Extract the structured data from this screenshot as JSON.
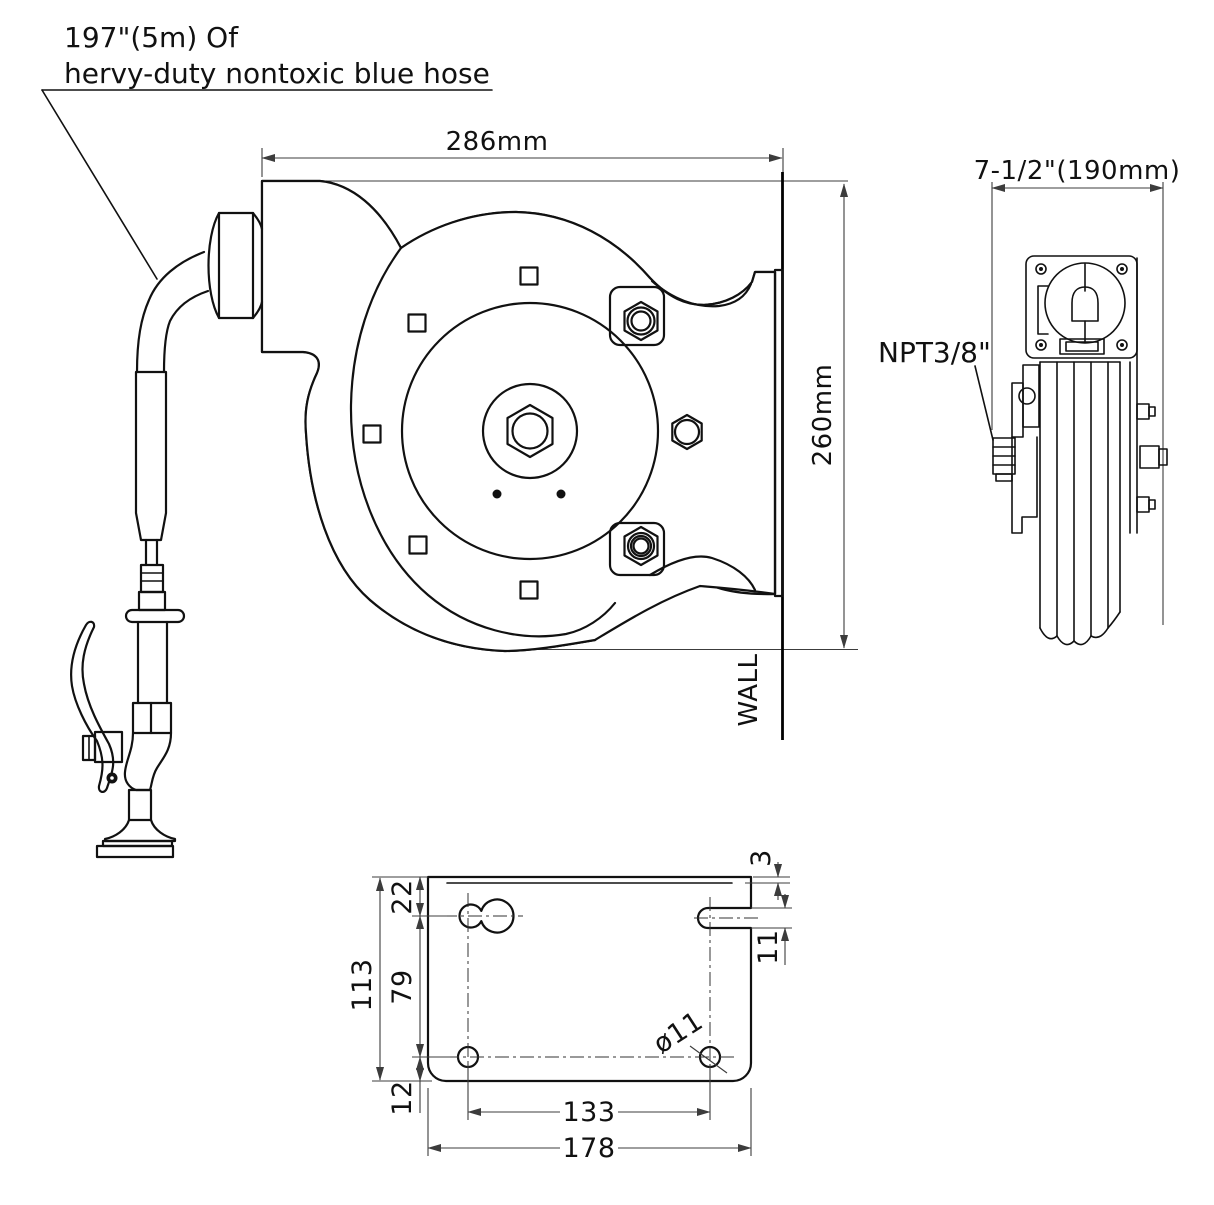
{
  "callout": {
    "line1": "197\"(5m) Of",
    "line2": "hervy-duty nontoxic blue hose"
  },
  "front_view": {
    "width": "286mm",
    "height": "260mm",
    "wall": "WALL"
  },
  "side_view": {
    "depth": "7-1/2\"(190mm)",
    "thread": "NPT3/8\""
  },
  "bracket_view": {
    "height_113": "113",
    "top_22": "22",
    "mid_79": "79",
    "bottom_12": "12",
    "holes_133": "133",
    "width_178": "178",
    "thickness_3": "3",
    "slot_11": "11",
    "dia_11": "ø11"
  }
}
